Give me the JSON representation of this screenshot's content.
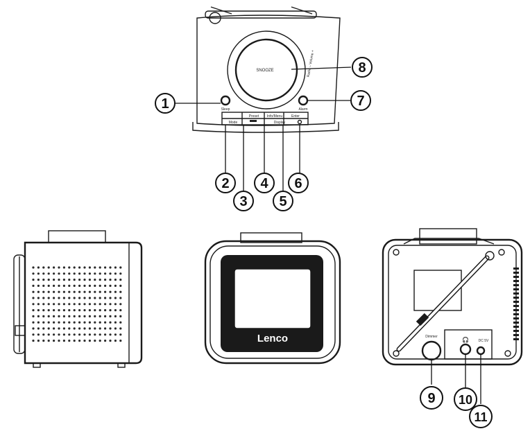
{
  "top_view": {
    "snooze_label": "SNOOZE",
    "volume_arc_label": "Radio – Volume +",
    "left_button_label": "Sleep",
    "right_button_label": "Alarm",
    "strip_top_labels": [
      "Preset",
      "Info/Menu",
      "Enter"
    ],
    "strip_bottom_labels": [
      "Mode",
      "Display"
    ]
  },
  "front_view": {
    "brand": "Lenco"
  },
  "back_view": {
    "dimmer_label": "Dimmer",
    "dc_label": "DC 5V"
  },
  "callouts": [
    "1",
    "2",
    "3",
    "4",
    "5",
    "6",
    "7",
    "8",
    "9",
    "10",
    "11"
  ]
}
